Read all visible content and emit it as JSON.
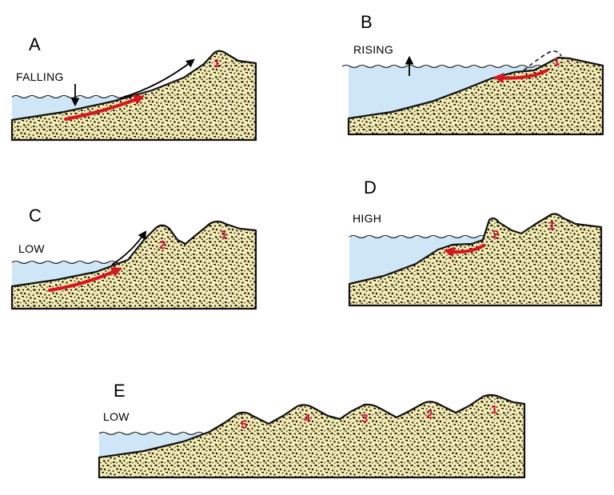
{
  "panels": [
    {
      "letter": "A",
      "level_label": "FALLING",
      "ridge_numbers": [
        "1"
      ]
    },
    {
      "letter": "B",
      "level_label": "RISING",
      "ridge_numbers": [
        "1"
      ]
    },
    {
      "letter": "C",
      "level_label": "LOW",
      "ridge_numbers": [
        "2",
        "1"
      ]
    },
    {
      "letter": "D",
      "level_label": "HIGH",
      "ridge_numbers": [
        "2",
        "1"
      ]
    },
    {
      "letter": "E",
      "level_label": "LOW",
      "ridge_numbers": [
        "5",
        "4",
        "3",
        "2",
        "1"
      ]
    }
  ],
  "colors": {
    "water": "#cfe6f6",
    "sand": "#f3eab0",
    "sand_speckle": "#1a1a1a",
    "sediment_arrow": "#d4181f",
    "ridge_number": "#c8102e",
    "outline": "#111111"
  }
}
